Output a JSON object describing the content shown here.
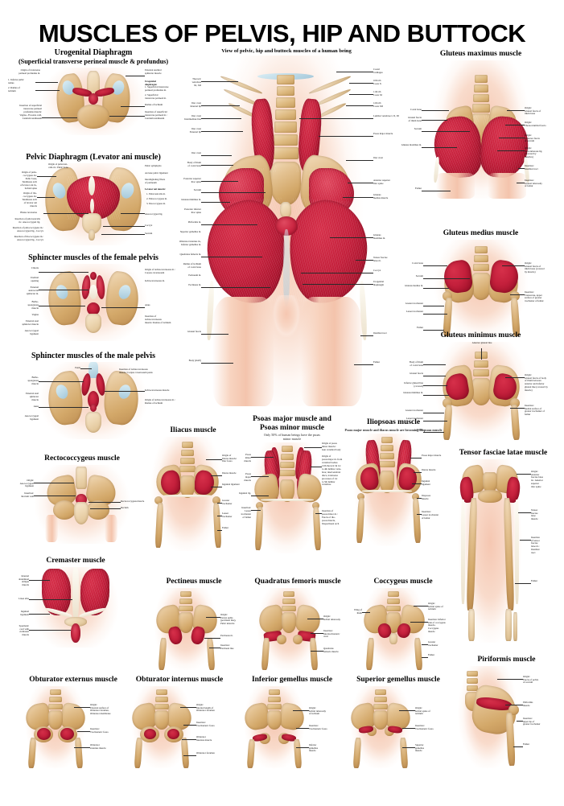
{
  "poster": {
    "title": "MUSCLES OF PELVIS, HIP AND BUTTOCK",
    "colors": {
      "muscle_red": "#c4203c",
      "bone_tan": "#d3a869",
      "cartilage_blue": "#bcd9e6",
      "skin": "#f5c6b0",
      "text": "#111111",
      "background": "#ffffff"
    }
  },
  "panels": {
    "urogenital_diaphragm": {
      "title_line1": "Urogenital Diaphragm",
      "title_line2": "(Superficial transverse perineal muscle & profundus)",
      "labels_left": [
        "Origin of transverse\nperineal profundus m.",
        "1. Inferior pubic\n    ramus",
        "2. Ramus of\n    ischium",
        "Insertion of superficial\ntransverse perineal\nprofundus muscle:\nVagina- /Prostate wall,\nCentrum tendineum"
      ],
      "labels_right": [
        "External urethral\nsphincter muscle",
        "Urogenital\ndiaphragm:",
        "1. Superficial transverse\n    perineal profundus m.",
        "2. Superficial\n    transverse perineal m.",
        "Ramus of ischium",
        "Insertion of superficial\ntransverse perineal m.:\nCentrum tendineum"
      ]
    },
    "pelvic_diaphragm": {
      "title": "Pelvic Diaphragm (Levator ani muscle)",
      "labels_left": [
        "Origin of pubo-\ncoccygeus m.:\nPubic bone,\nTendinous arch\nof levator ani m.,\nIschial spine",
        "Origin of ilio-\ncoccygeus m.:\nTendinous arch\nof levator ani\nmuscle",
        "Hiatus levatorius",
        "Insertion of pubovesicalis\nm.: Anococcygeal lig.",
        "Insertion of pubococcygeus m.:\nAnococcygeal lig., Coccyx",
        "Insertion of iliococcygeus m.:\nAnococcygeal lig., Coccyx"
      ],
      "labels_right": [
        "Pubic symphysis",
        "Arcuate pubic ligament",
        "Interdigitating fibers\nof perineum",
        "Levator ani muscle:",
        "1. Pubovesicalis m.",
        "2. Pubococcygeus m.",
        "3. Iliococcygeus m.",
        "Anococcygeal lig.",
        "Coccyx",
        "Sacrum"
      ],
      "labels_top": [
        "Origin of pubovesi-\ncalis m.: Pubic bone"
      ]
    },
    "sphincter_female": {
      "title": "Sphincter muscles of the female pelvis",
      "labels_left": [
        "Clitoris",
        "Urethral\nopening",
        "External\nanal/rectal\nsphincter m.",
        "Bulbo-\nspongiosus\nmuscle",
        "Vagina",
        "External anal\nsphincter muscle",
        "Anococcygeal\nligament"
      ],
      "labels_right": [
        "Origin of ischiocavernosus m.:\nCorpus cavernosum",
        "Ischiocavernosus m.",
        "Anus",
        "Insertion of\nischiocavernosus\nmuscle: Ramus of ischium"
      ]
    },
    "sphincter_male": {
      "title": "Sphincter muscles of the male pelvis",
      "labels_left": [
        "Bulbo-\nspongiosus\nmuscle",
        "External anal\nsphincter\nmuscle",
        "Anus",
        "Anococcygeal\nligament"
      ],
      "labels_right": [
        "Penis",
        "Insertion of ischiocavernosus\nmuscle: Corpus cavernosum penis",
        "Ischiocavernosus muscle",
        "Origin of ischiocavernosus m.:\nRamus of ischium"
      ]
    },
    "rectococcygeus": {
      "title": "Rectococcygeus muscle",
      "labels_left": [
        "Origin:\nAnococcygeal\nligament",
        "Insertion:\nRectum wall"
      ],
      "labels_right": [
        "Rectococcygeus muscle",
        "Rectum"
      ]
    },
    "cremaster": {
      "title": "Cremaster muscle",
      "labels_left": [
        "Internal\nabdominal\noblique\nmuscle",
        "Linea alba",
        "Inguinal\nligament",
        "Spermatic\ncord with\ncremaster\nmuscle"
      ]
    },
    "main_view": {
      "title": "View of pelvic, hip and buttock muscles of a human being",
      "labels_left": [
        "Thoracic\nvertebrae\nXI, XII",
        "Iliac crest\nInternal lip",
        "Iliac crest\nIntermediate line",
        "Iliac crest\nExternal lip",
        "Iliac crest",
        "Body of ilium\nof coxal bone",
        "Posterior superior\niliac spine",
        "Sacrum",
        "Gluteus minimus m.",
        "Posterior inferior\niliac spine",
        "Piriformis m.",
        "Superior gemellus m.",
        "Obturator internus m.,\nInferior gemellus m.",
        "Quadratus femoris m.",
        "Ramus of ischium\nof coxal bone",
        "Perineum m.",
        "Pectineus m.",
        "Gluteal fascia",
        "Body (shaft)"
      ],
      "labels_right": [
        "Costal\ncartilages",
        "10th rib\nCosta X",
        "11th rib\nCosta XI",
        "12th rib\nCosta XII",
        "Lumbar vertebrae I, II, III",
        "Psoas major muscle",
        "Iliac crest",
        "Anterior superior\niliac spine",
        "Gluteus\nmedius muscle",
        "Gluteus\nmaximus m.",
        "Tensor fasciae\nlatae m.",
        "Coccyx",
        "Urogenital\ndiaphragm",
        "Iliotibial tract",
        "Femur"
      ]
    },
    "gluteus_maximus": {
      "title": "Gluteus maximus muscle",
      "labels_left": [
        "Coxal bone",
        "Gluteal fascia\nof ilium bone",
        "Sacrum",
        "Gluteus maximus m.",
        "Femur"
      ],
      "labels_right": [
        "Origin:\nGluteal fascia of\nilium bone",
        "Origin:\nThoracolumbal fascia",
        "Origin:\nPosterior fascia\nof sacrum",
        "Origin:\nSacrotuberous lig.\n(covered by\nmuscles)",
        "Insertion:\nIliotibial tract",
        "Insertion:\nGluteal tuberosity\nof femur"
      ]
    },
    "gluteus_medius": {
      "title": "Gluteus medius muscle",
      "labels_left": [
        "Coxal bone",
        "Sacrum",
        "Gluteus medius m.",
        "Greater trochanter",
        "Lesser trochanter",
        "Femur"
      ],
      "labels_right": [
        "Origin:\nGluteal fascia of\nilium bone (covered\nby muscle)",
        "Insertion:\nTransverse, upper\nsurface of greater\ntrochanter of femur"
      ]
    },
    "gluteus_minimus": {
      "title": "Gluteus minimus muscle",
      "labels_top": [
        "Anterior gluteal line"
      ],
      "labels_left": [
        "Body of ilium\nof coxal bone",
        "Gluteal fascia",
        "Inferior gluteal line\n(covered)",
        "Gluteus minimus m.",
        "Greater trochanter",
        "Lesser trochanter",
        "Femur"
      ],
      "labels_right": [
        "Origin:\nGluteal fascia of body\nof ilium between\nanterior and inferior\ngluteal line (covered by\nmuscle)",
        "Insertion:\nmedial surface of\ngreater trochanter of\nfemur"
      ]
    },
    "iliacus": {
      "title": "Iliacus muscle",
      "labels_right": [
        "Origin of\nIliacus muscle:\nIliac fossa",
        "Iliacus muscle",
        "Inguinal ligament",
        "Greater\ntrochanter",
        "Lesser\ntrochanter",
        "Femur"
      ]
    },
    "psoas": {
      "title_line1": "Psoas major muscle and",
      "title_line2": "Psoas minor muscle",
      "subtitle": "Only 50% of human beings have the psoas minor muscle",
      "labels_left": [
        "Psoas\nminor\nmuscle",
        "Psoas\nmajor\nmuscle",
        "Inguinal lig.",
        "Insertion:\nLesser\ntrochanter\nof femur"
      ],
      "labels_right": [
        "Origin of psoas\nminor muscle:\nlean vertebral body",
        "Origin of\npsoas major m. from\nvertebral bodies\n12th thoracic & 1st\nto 4th lumbar verte-\nbrae; intervertebral\ndiscs, transverse\nprocesses of 1st\nto 5th lumbar\nvertebrae",
        "Insertion of\npsoas minor m.:\nFascia of ilio-\npsoas muscle,\nIliopectineal arch"
      ]
    },
    "iliopsoas": {
      "title": "Iliopsoas muscle",
      "subtitle": "Psoas major muscle and iliacus muscle are becoming iliopsoas muscle",
      "labels_right": [
        "Psoas major muscle",
        "Iliacus muscle",
        "Inguinal\nligament",
        "Iliopsoas\nmuscle",
        "Insertion:\nLesser trochanter\nof femur"
      ]
    },
    "tensor_fasciae_latae": {
      "title": "Tensor fasciae latae muscle",
      "labels_right": [
        "Origin:\nAnterior\nfasciae latae\nm.: Anterior\nsuperior\niliac spine",
        "Tensor\nfasciae\nlatae\nmuscle",
        "Insertion\nof tensor\nfasciae\nlatae m.:\nIliotibial\ntract",
        "Femur"
      ]
    },
    "pectineus": {
      "title": "Pectineus muscle",
      "labels_right": [
        "Origin:\nPecten pubis\n(pectineal line),\nPubic tubercle",
        "Pectineus m.",
        "Insertion:\nPectineal line"
      ]
    },
    "quadratus_femoris": {
      "title": "Quadratus femoris muscle",
      "labels_right": [
        "Origin:\nIschial tuberosity",
        "Insertion:\nIntertrochanteric\ncrest",
        "Quadratus\nfemoris muscle"
      ]
    },
    "coccygeus": {
      "title": "Coccygeus muscle",
      "labels_left": [
        "Wing of ilium"
      ],
      "labels_right": [
        "Origin:\nIschial spine of\nischium",
        "Insertion: Inferior\nside of coccygeus\nmuscle,\nCoccygeus\nmuscle",
        "Greater\ntrochanter",
        "Femur"
      ]
    },
    "obturator_externus": {
      "title": "Obturator externus muscle",
      "labels_right": [
        "Origin:\nExternal surface of\nObturator foramen,\nObturator membrane",
        "Insertion:\nTrochanteric fossa",
        "Obturator\nexternus muscle"
      ]
    },
    "obturator_internus": {
      "title": "Obturator internus muscle",
      "labels_right": [
        "Origin:\nInternal length of\nObturator foramen",
        "Insertion:\nTrochanteric fossa",
        "Obturator\ninternus muscle",
        "Obturator foramen"
      ]
    },
    "inferior_gemellus": {
      "title": "Inferior gemellus muscle",
      "labels_right": [
        "Origin:\nIschial tuberosity\nof ischium",
        "Insertion:\nTrochanteric fossa",
        "Inferior\ngemellus\nmuscle"
      ]
    },
    "superior_gemellus": {
      "title": "Superior gemellus muscle",
      "labels_right": [
        "Origin:\nIschial spine of\nischium",
        "Insertion:\nTrochanteric fossa",
        "Superior\ngemellus\nmuscle"
      ]
    },
    "piriformis": {
      "title": "Piriformis muscle",
      "labels_right": [
        "Origin:\nFascia of pelvis\nof sacrum",
        "Piriformis\nmuscle",
        "Insertion:\nupper tip of\ngreater trochanter",
        "Femur"
      ]
    }
  }
}
